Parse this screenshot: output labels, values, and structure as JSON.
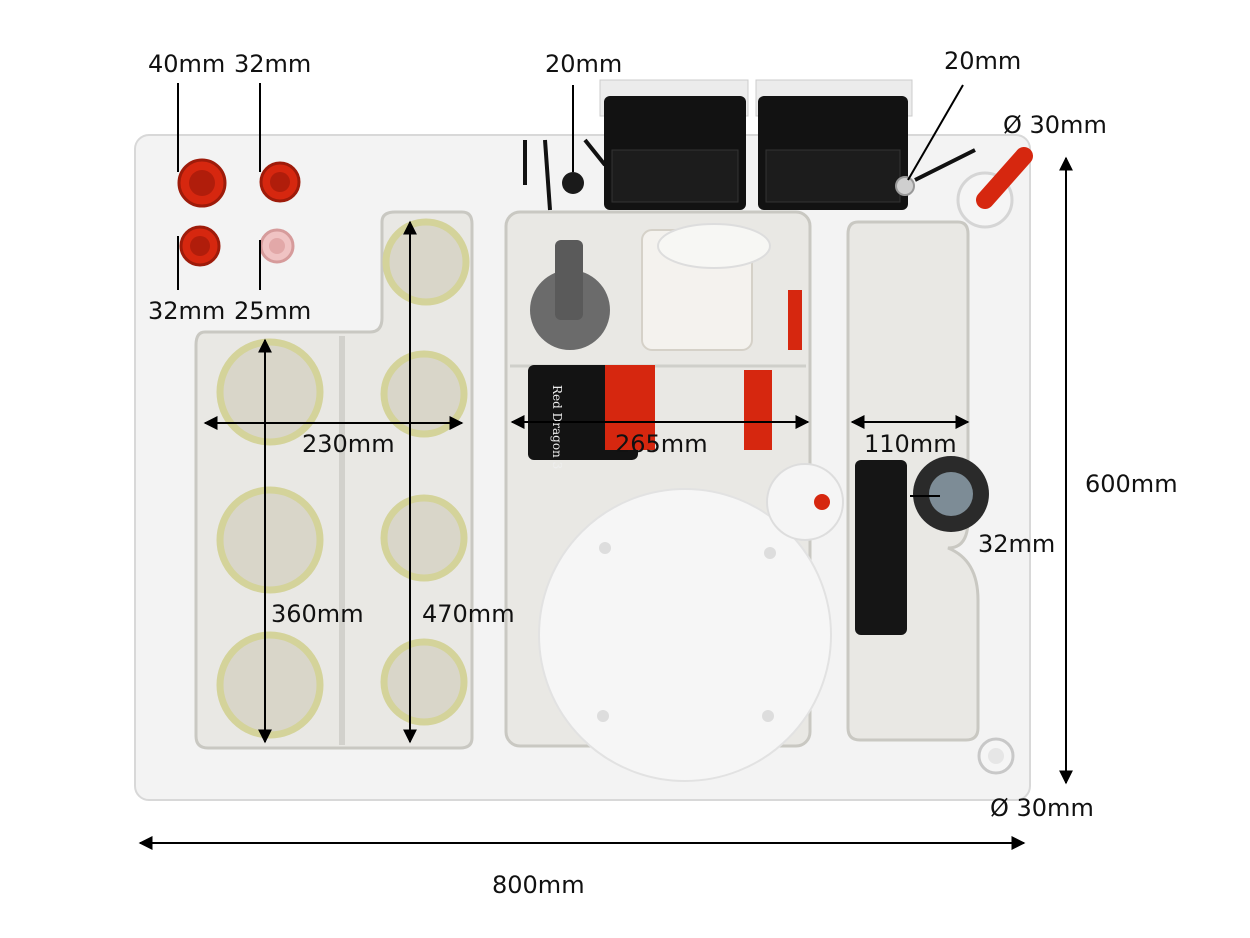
{
  "labels": {
    "top_left_40": "40mm",
    "top_left_32": "32mm",
    "lower_left_32": "32mm",
    "lower_left_25": "25mm",
    "top_mid_20": "20mm",
    "top_right_20": "20mm",
    "diameter_top": "Ø 30mm",
    "diameter_bottom": "Ø 30mm",
    "width_230": "230mm",
    "width_265": "265mm",
    "width_110": "110mm",
    "height_360": "360mm",
    "height_470": "470mm",
    "height_600": "600mm",
    "right_32": "32mm",
    "total_width": "800mm"
  },
  "pump_label": "Red Dragon 3",
  "colors": {
    "tray": "#f3f3f3",
    "tray_edge": "#d8d8d8",
    "glass": "#e9e8e4",
    "fitting_red": "#d6270f",
    "controller_black": "#121212",
    "filter_cup_rim": "#d4d39a"
  }
}
